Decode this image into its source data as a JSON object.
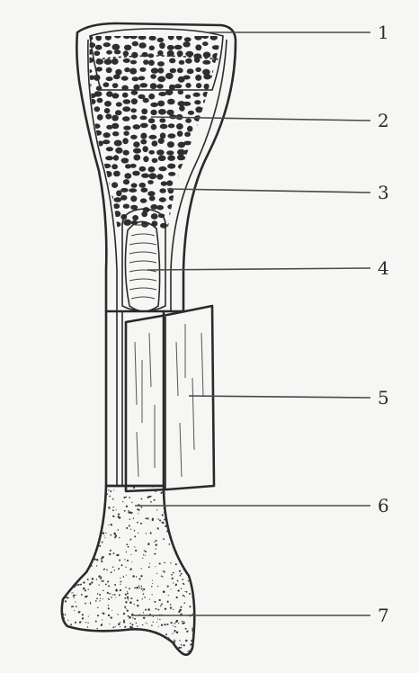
{
  "labels": [
    {
      "id": "l1",
      "text": "1"
    },
    {
      "id": "l2",
      "text": "2"
    },
    {
      "id": "l3",
      "text": "3"
    },
    {
      "id": "l4",
      "text": "4"
    },
    {
      "id": "l5",
      "text": "5"
    },
    {
      "id": "l6",
      "text": "6"
    },
    {
      "id": "l7",
      "text": "7"
    }
  ],
  "colors": {
    "background": "#f6f6f4",
    "ink": "#2a2a2a",
    "bone": "#ffffff",
    "stipple": "#3a3a3a"
  }
}
